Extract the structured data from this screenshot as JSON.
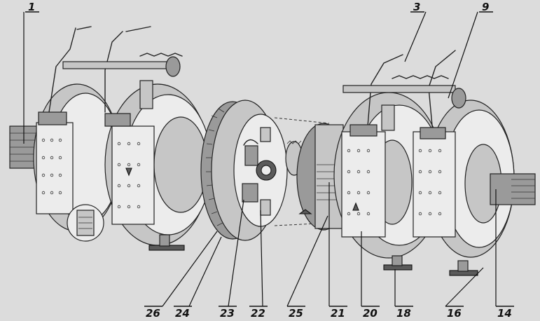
{
  "callouts": {
    "c1": "1",
    "c3": "3",
    "c9": "9",
    "c26": "26",
    "c24": "24",
    "c23": "23",
    "c22": "22",
    "c25": "25",
    "c21": "21",
    "c20": "20",
    "c18": "18",
    "c16": "16",
    "c14": "14"
  }
}
